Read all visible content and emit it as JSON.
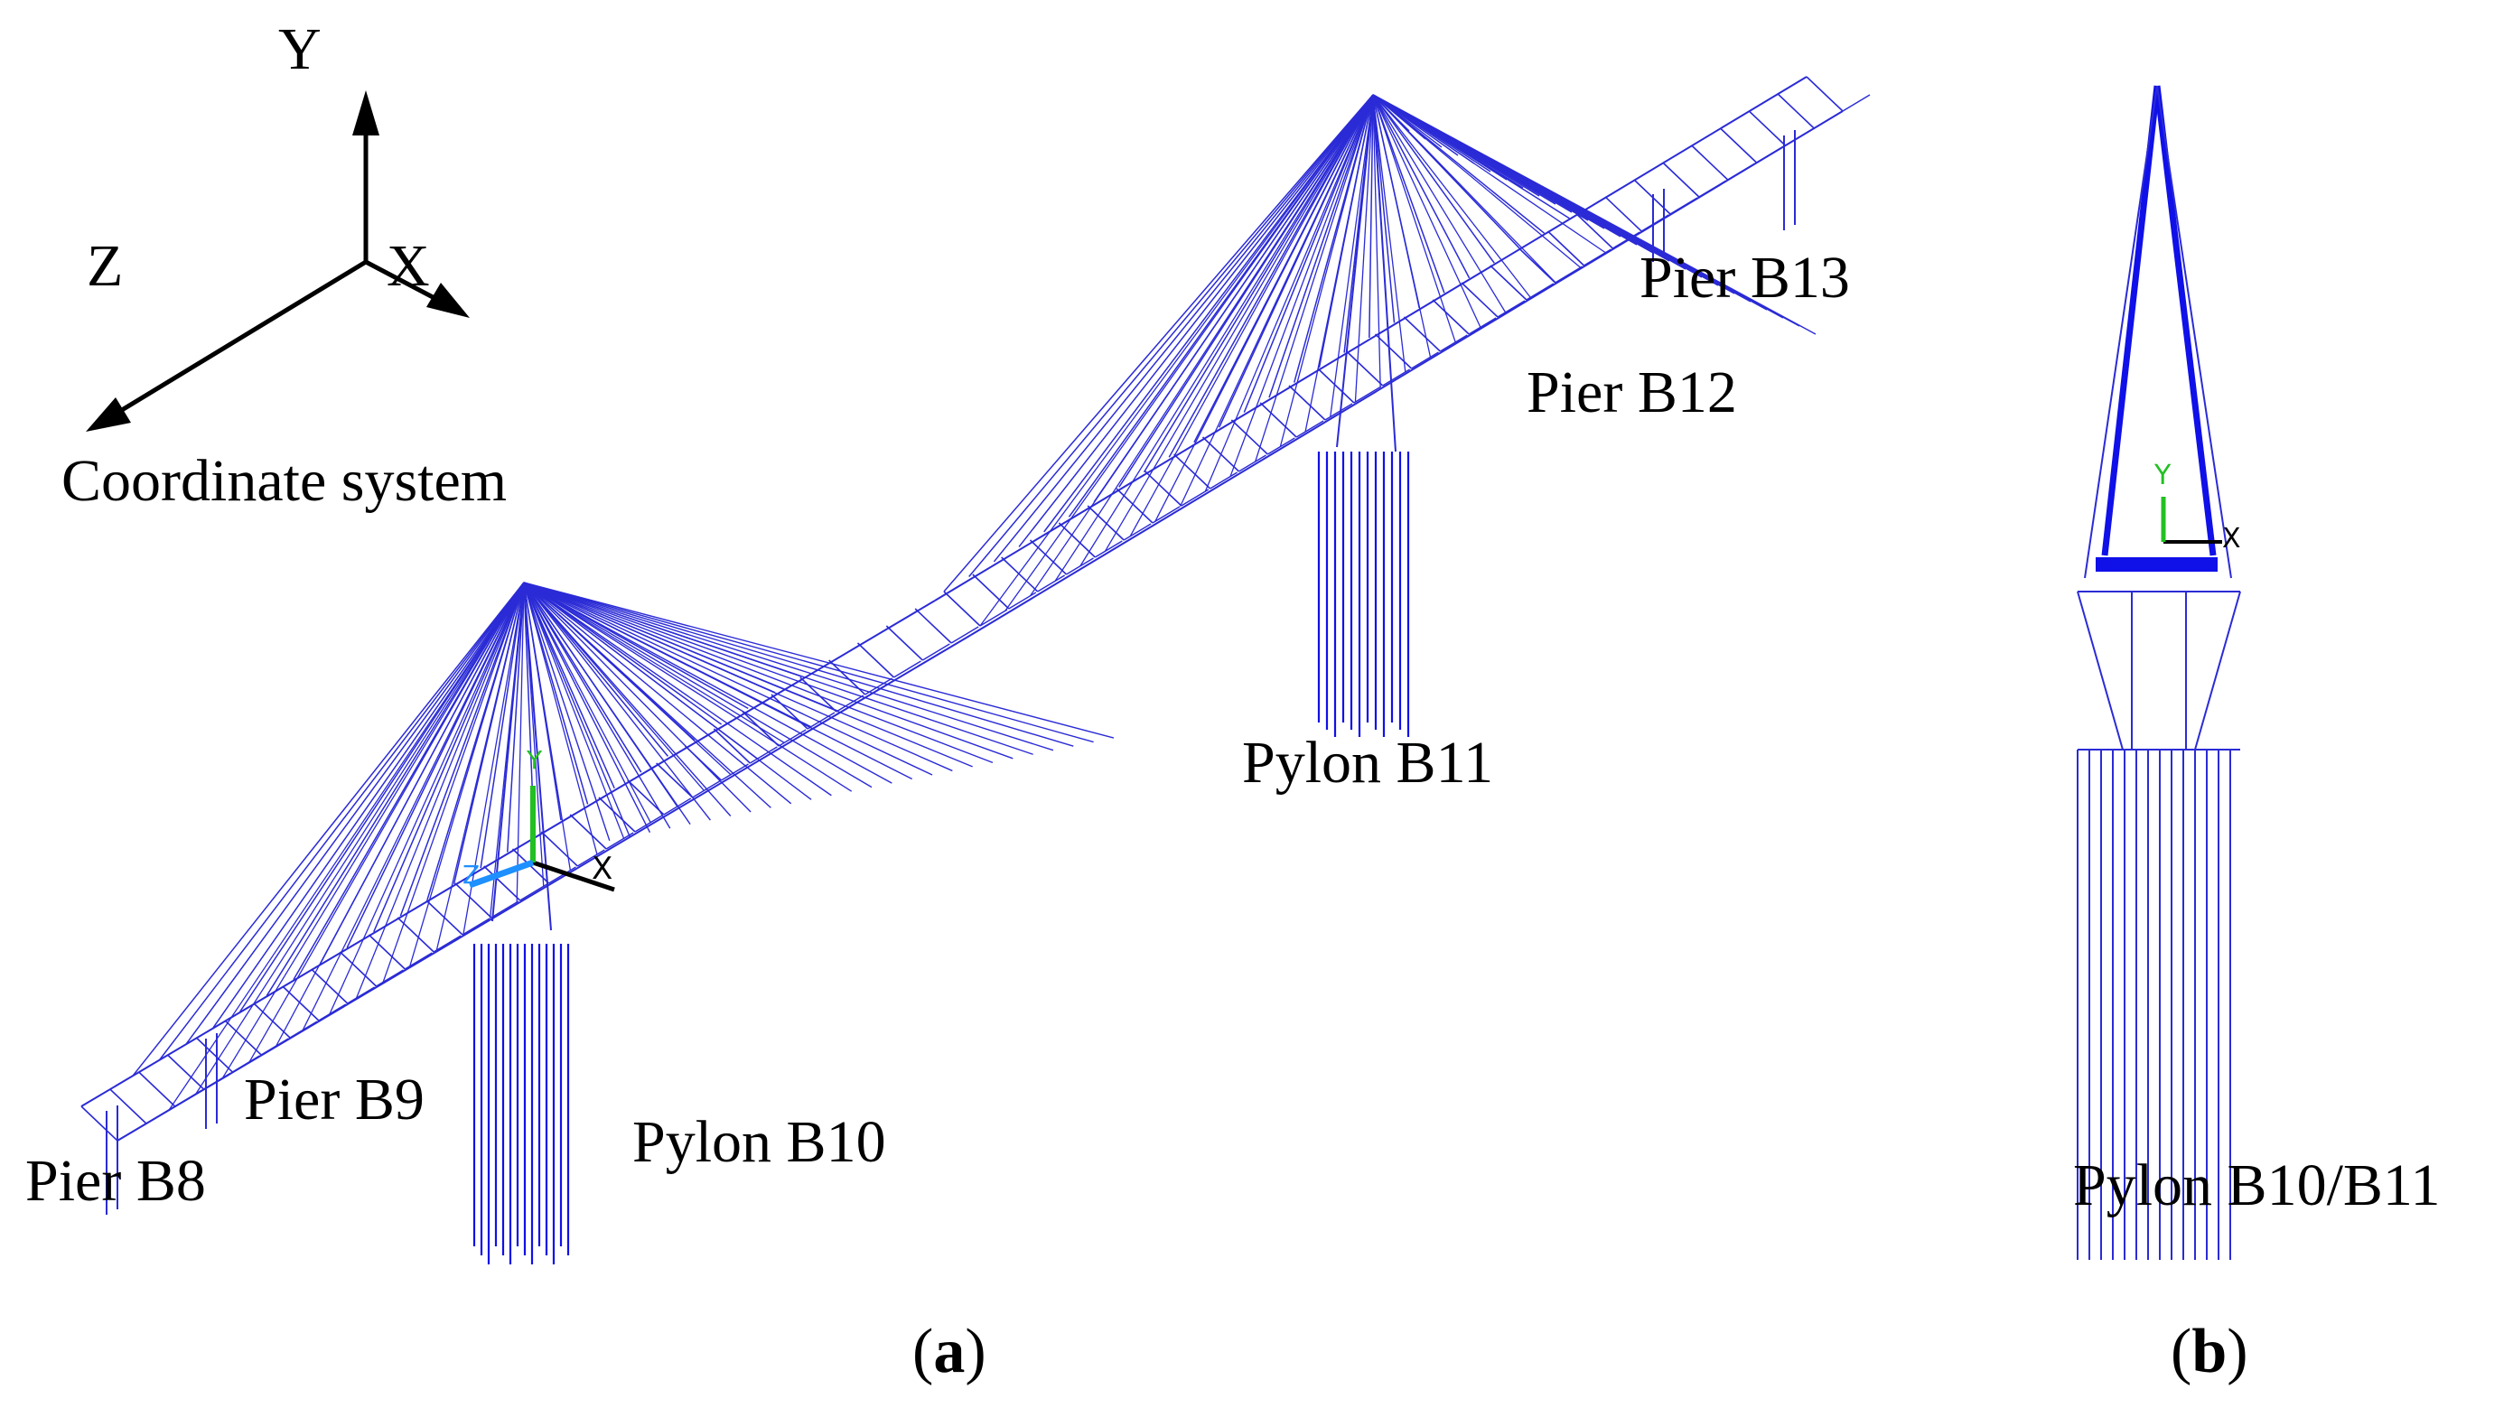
{
  "coordinate_system": {
    "label": "Coordinate system",
    "axis_y": "Y",
    "axis_x": "X",
    "axis_z": "Z"
  },
  "panel_a": {
    "labels": {
      "pier_b8": "Pier B8",
      "pier_b9": "Pier B9",
      "pylon_b10": "Pylon B10",
      "pylon_b11": "Pylon B11",
      "pier_b12": "Pier B12",
      "pier_b13": "Pier B13"
    },
    "triad": {
      "x": "X",
      "y": "Y",
      "z": "Z"
    },
    "caption": {
      "open": "(",
      "letter": "a",
      "close": ")"
    }
  },
  "panel_b": {
    "label": "Pylon B10/B11",
    "triad": {
      "x": "X",
      "y": "Y"
    },
    "caption": {
      "open": "(",
      "letter": "b",
      "close": ")"
    }
  },
  "colors": {
    "model_line": "#2b2bd6",
    "model_dense": "#1010e8",
    "axis": "#000000",
    "triad_x": "#000000",
    "triad_y": "#22c022",
    "triad_z": "#1e90ff"
  }
}
